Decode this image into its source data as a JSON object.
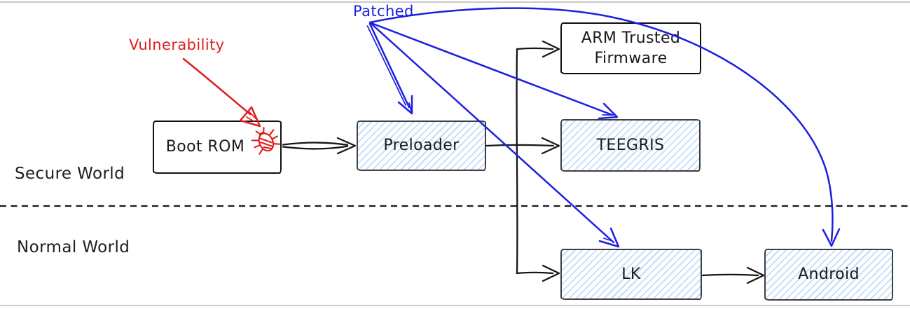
{
  "diagram": {
    "boxes": {
      "boot_rom": {
        "label": "Boot ROM"
      },
      "preloader": {
        "label": "Preloader"
      },
      "arm_trusted_firmware": {
        "label": "ARM Trusted Firmware"
      },
      "teegris": {
        "label": "TEEGRIS"
      },
      "lk": {
        "label": "LK"
      },
      "android": {
        "label": "Android"
      }
    },
    "annotations": {
      "vulnerability": "Vulnerability",
      "patched": "Patched"
    },
    "regions": {
      "secure": "Secure World",
      "normal": "Normal World"
    },
    "edges": [
      {
        "from": "Boot ROM",
        "to": "Preloader"
      },
      {
        "from": "Preloader",
        "to": "ARM Trusted Firmware"
      },
      {
        "from": "Preloader",
        "to": "TEEGRIS"
      },
      {
        "from": "Preloader",
        "to": "LK"
      },
      {
        "from": "LK",
        "to": "Android"
      },
      {
        "from": "Patched",
        "to": "Preloader"
      },
      {
        "from": "Patched",
        "to": "TEEGRIS"
      },
      {
        "from": "Patched",
        "to": "LK"
      },
      {
        "from": "Patched",
        "to": "Android"
      },
      {
        "from": "Vulnerability",
        "to": "Boot ROM"
      }
    ],
    "icons": {
      "bug": "bug-icon"
    },
    "colors": {
      "patched_blue": "#1b1fe0",
      "vulnerability_red": "#e11c1c",
      "ink_black": "#161616",
      "hatch_fill_blue": "#bcd7f3",
      "hatched_box_border": "#3b4045",
      "frame_gray": "#c9c9c9"
    }
  }
}
